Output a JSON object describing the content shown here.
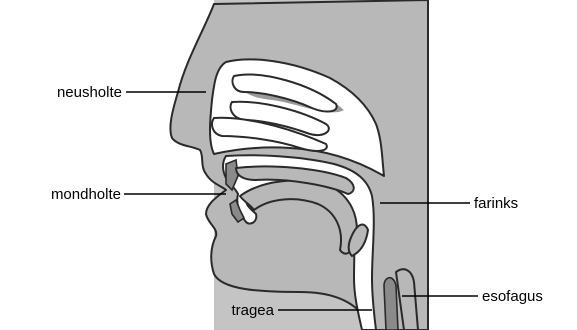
{
  "labels": {
    "nasal_cavity": "neusholte",
    "oral_cavity": "mondholte",
    "pharynx": "farinks",
    "trachea": "tragea",
    "esophagus": "esofagus"
  },
  "colors": {
    "tissue": "#b8b8b8",
    "background_region": "#c4c4c4",
    "cavity": "#ffffff",
    "outline": "#2a2a2a"
  }
}
